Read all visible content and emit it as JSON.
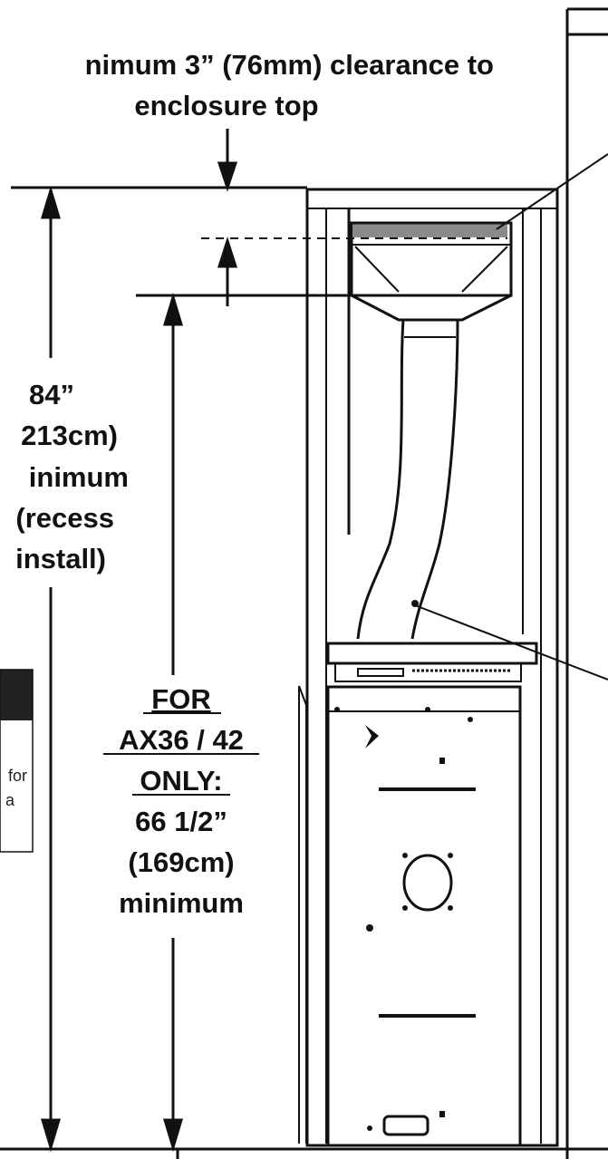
{
  "labels": {
    "clearance_line1": "nimum 3” (76mm) clearance to",
    "clearance_line2": "enclosure top",
    "height84_line1": "84”",
    "height84_line2": "213cm)",
    "height84_line3": "inimum",
    "height84_line4": "(recess",
    "height84_line5": "install)",
    "ax_line1": "FOR",
    "ax_line2": "AX36 / 42",
    "ax_line3": "ONLY:",
    "ax_line4": "66 1/2”",
    "ax_line5": "(169cm)",
    "ax_line6": "minimum",
    "note_text1": "for",
    "note_text2": "a"
  },
  "colors": {
    "line": "#111111",
    "shading": "#8a8a8a",
    "note_header": "#222222"
  }
}
